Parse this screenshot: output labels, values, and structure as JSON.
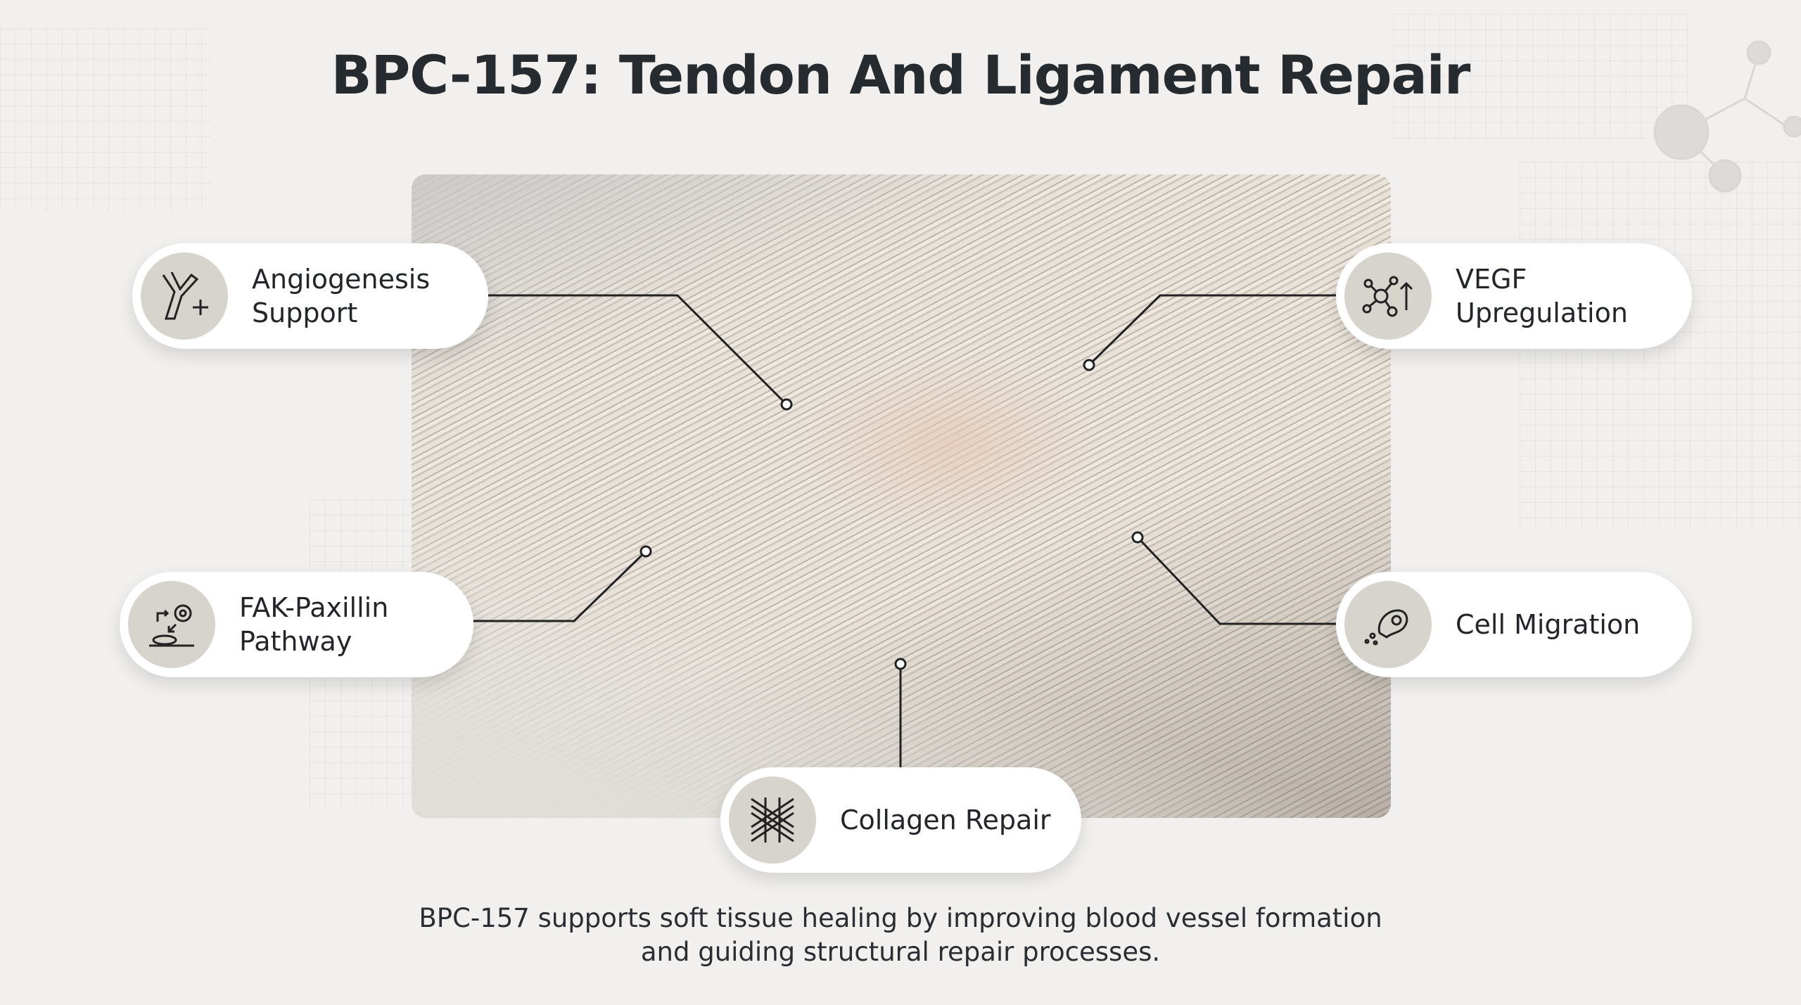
{
  "title": "BPC-157: Tendon And Ligament Repair",
  "callouts": {
    "angiogenesis": {
      "line1": "Angiogenesis",
      "line2": "Support",
      "icon": "branching-vessel-plus-icon"
    },
    "vegf": {
      "line1": "VEGF",
      "line2": "Upregulation",
      "icon": "molecule-arrow-up-icon"
    },
    "fak": {
      "line1": "FAK-Paxillin",
      "line2": "Pathway",
      "icon": "cell-signaling-icon"
    },
    "migration": {
      "label": "Cell Migration",
      "icon": "migrating-cell-icon"
    },
    "collagen": {
      "label": "Collagen Repair",
      "icon": "woven-fibers-icon"
    }
  },
  "caption": {
    "line1": "BPC-157 supports soft tissue healing by improving blood vessel formation",
    "line2": "and guiding structural repair processes."
  },
  "colors": {
    "background": "#f1f0ee",
    "icon_circle": "#d6d4cc",
    "text": "#23272b"
  }
}
